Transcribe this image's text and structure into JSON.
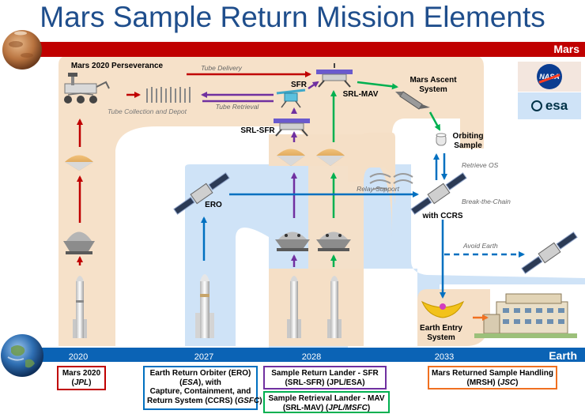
{
  "title": "Mars Sample Return Mission Elements",
  "bands": {
    "mars": "Mars",
    "earth": "Earth"
  },
  "years": [
    "2020",
    "2027",
    "2028",
    "2033"
  ],
  "logos": {
    "nasa": "NASA",
    "esa": "esa"
  },
  "labels": {
    "perseverance": "Mars 2020 Perseverance",
    "tube_delivery": "Tube Delivery",
    "tube_retrieval": "Tube Retrieval",
    "tube_collection": "Tube Collection and Depot",
    "sfr": "SFR",
    "srl_mav": "SRL-MAV",
    "srl_sfr": "SRL-SFR",
    "mav_line1": "Mars Ascent",
    "mav_line2": "System",
    "os_line1": "Orbiting",
    "os_line2": "Sample",
    "retrieve_os": "Retrieve OS",
    "relay_support": "Relay Support",
    "break_chain": "Break-the-Chain",
    "ero": "ERO",
    "with_ccrs": "with CCRS",
    "avoid_earth": "Avoid Earth",
    "ees_line1": "Earth Entry",
    "ees_line2": "System"
  },
  "boxes": {
    "mars2020": {
      "l1": "Mars 2020",
      "l2a": "(",
      "l2b": "JPL",
      "l2c": ")"
    },
    "ero": {
      "l1": "Earth Return Orbiter (ERO)",
      "l2a": "(",
      "l2b": "ESA",
      "l2c": "), with",
      "l3": "Capture, Containment, and",
      "l4a": "Return System (CCRS) (",
      "l4b": "GSFC",
      "l4c": ")"
    },
    "srl_sfr": {
      "l1": "Sample Return Lander - SFR",
      "l2": "(SRL-SFR) (JPL/ESA)"
    },
    "srl_mav": {
      "l1": "Sample Retrieval Lander - MAV",
      "l2a": "(SRL-MAV) (",
      "l2b": "JPL/MSFC",
      "l2c": ")"
    },
    "mrsh": {
      "l1": "Mars Returned Sample Handling",
      "l2a": "(MRSH) (",
      "l2b": "JSC",
      "l2c": ")"
    }
  },
  "colors": {
    "title": "#1f4e8c",
    "mars_band": "#c00000",
    "earth_band": "#0b63b5",
    "mars_path": "#f5dfc6",
    "orbit_path": "#cfe3f7",
    "red_arrow": "#c00000",
    "purple_arrow": "#7030a0",
    "green_arrow": "#00b050",
    "blue_arrow": "#0070c0",
    "orange_arrow": "#f07020"
  }
}
